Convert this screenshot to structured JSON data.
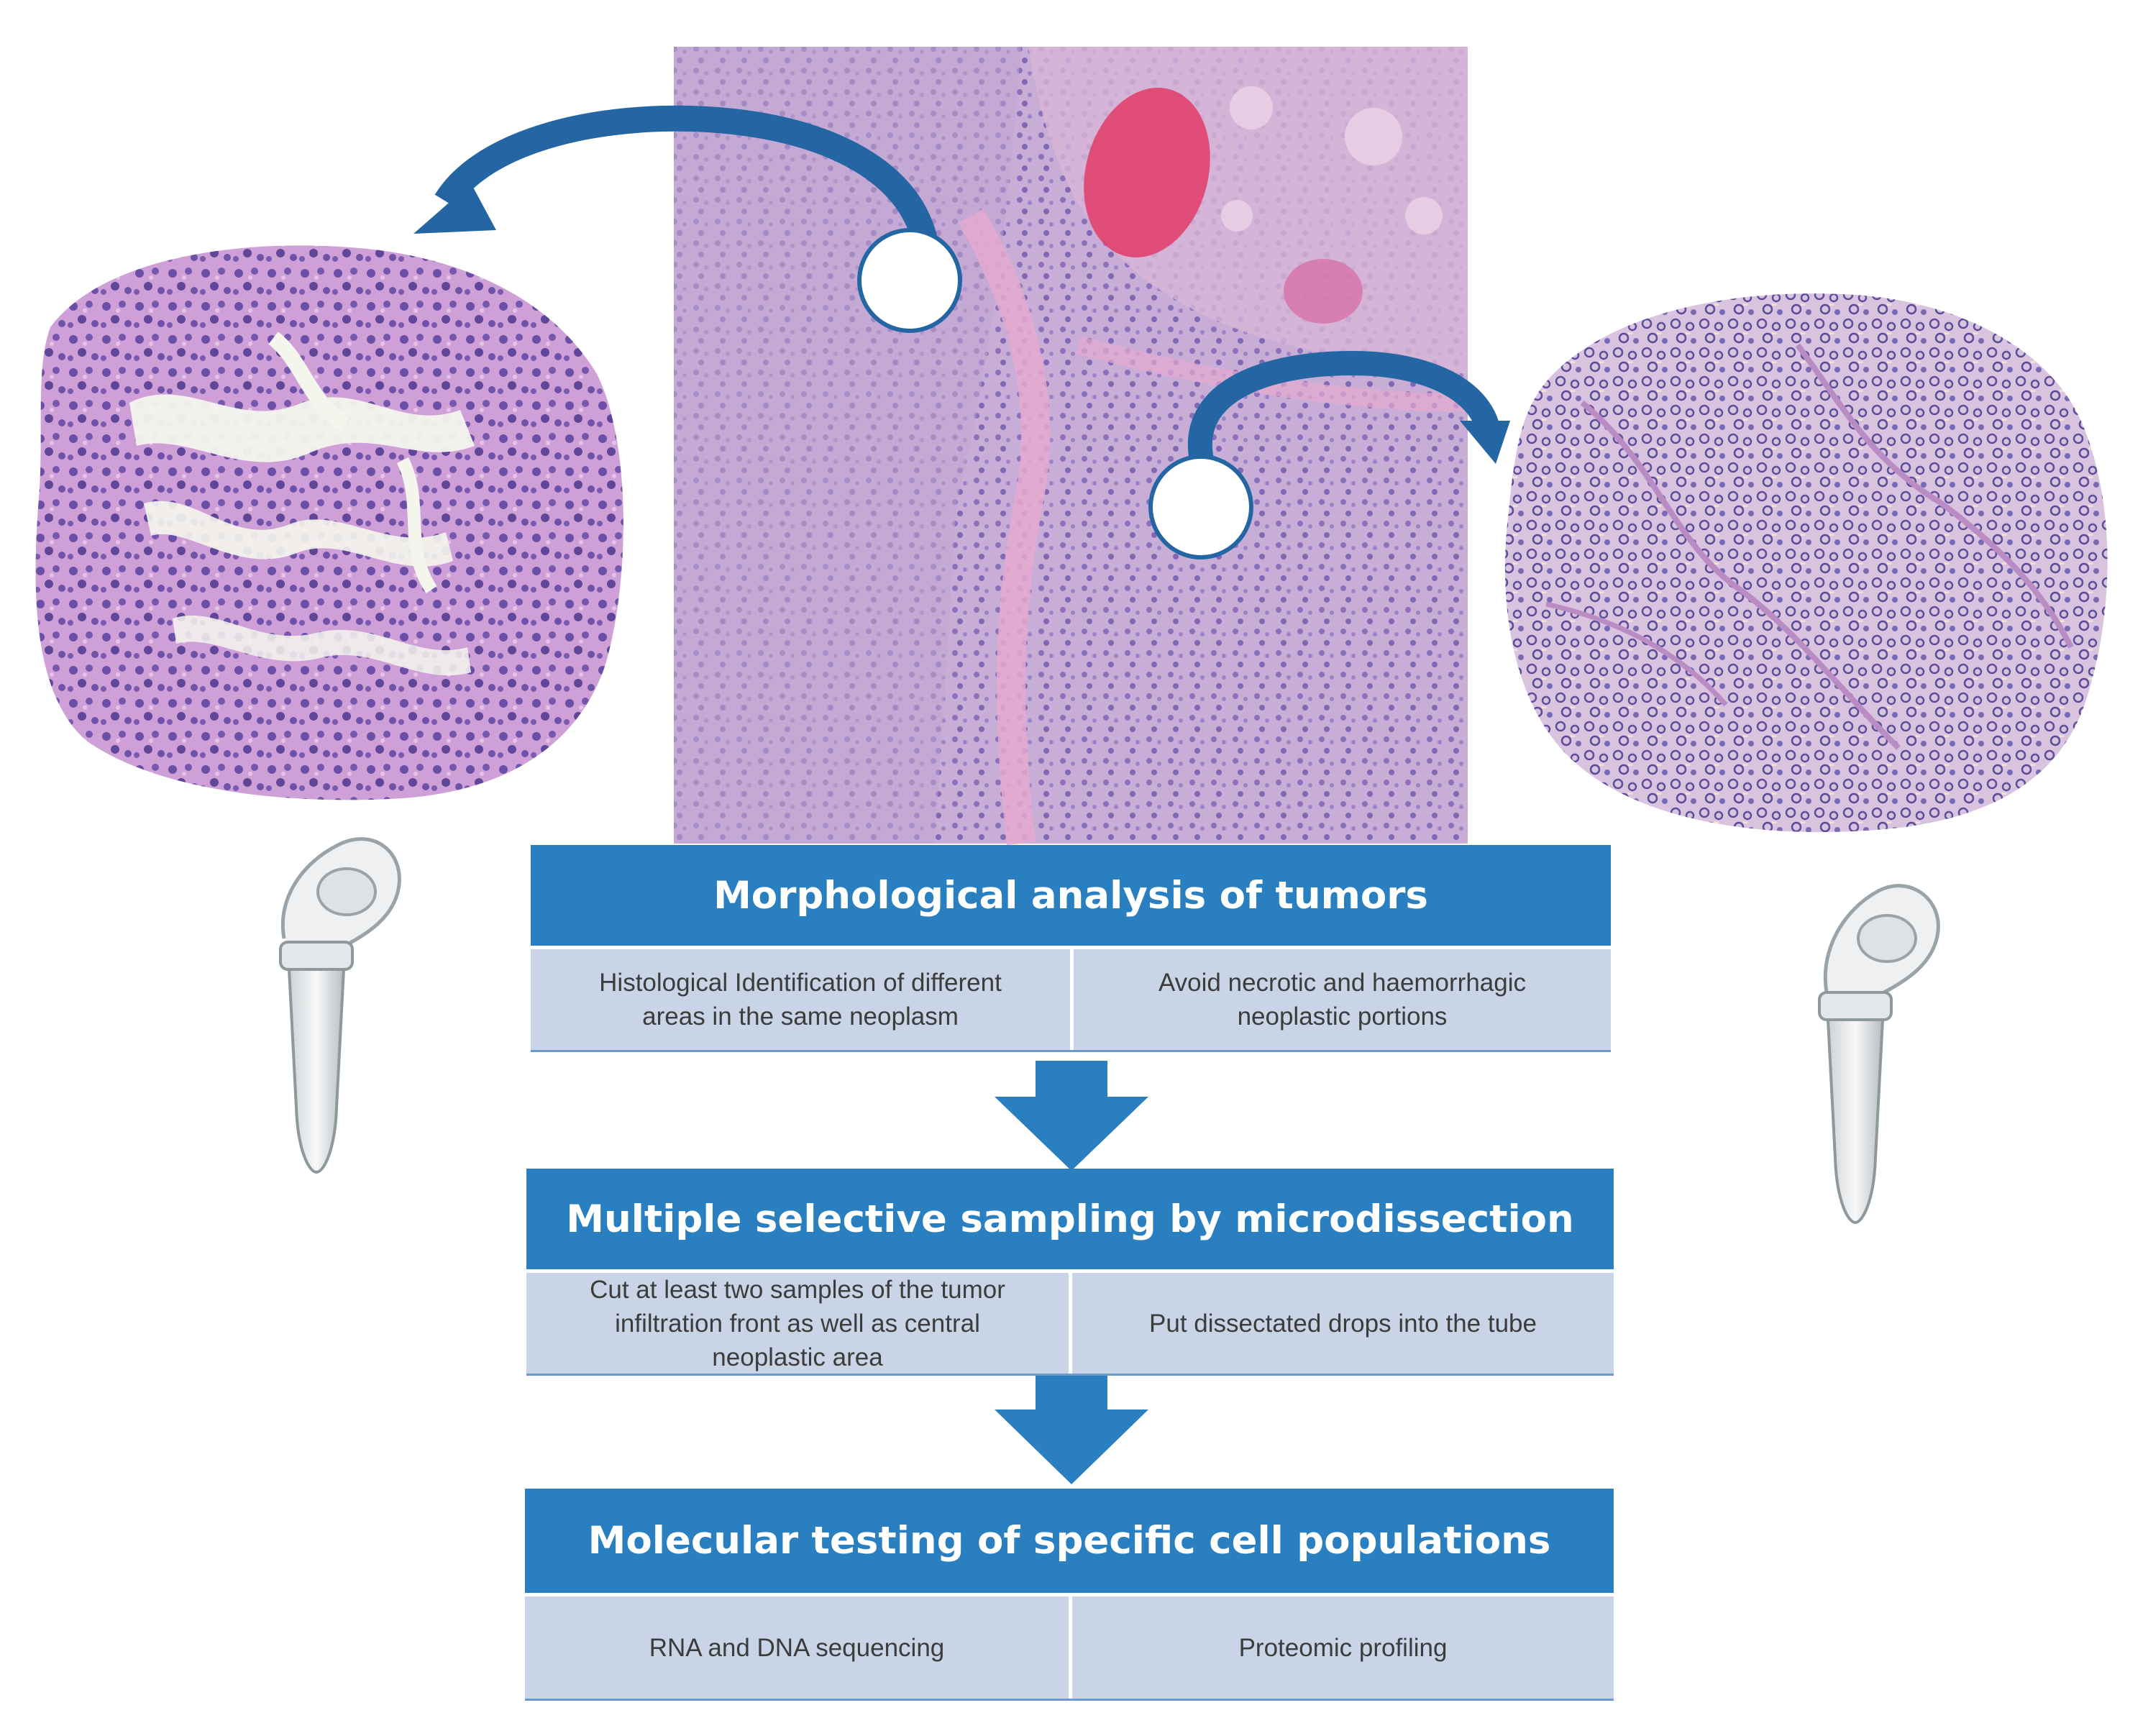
{
  "panels": [
    {
      "title": "Morphological analysis of tumors",
      "cells": [
        "Histological Identification of different\nareas in the same neoplasm",
        "Avoid necrotic and haemorrhagic\nneoplastic portions"
      ]
    },
    {
      "title": "Multiple selective sampling by microdissection",
      "cells": [
        "Cut at least two samples of the tumor\ninfiltration front as well as central\nneoplastic area",
        "Put dissectated drops into the tube"
      ]
    },
    {
      "title": "Molecular testing of specific cell populations",
      "cells": [
        "RNA and DNA sequencing",
        "Proteomic profiling"
      ]
    }
  ],
  "colors": {
    "header_blue": "#2a7fc0",
    "cell_blue": "#c9d5e6",
    "arrow_blue": "#2a7fc0",
    "curved_arrow_blue": "#2466a3",
    "tissue_pink": "#d9a4d6",
    "nucleus_purple": "#6a4fa3"
  }
}
